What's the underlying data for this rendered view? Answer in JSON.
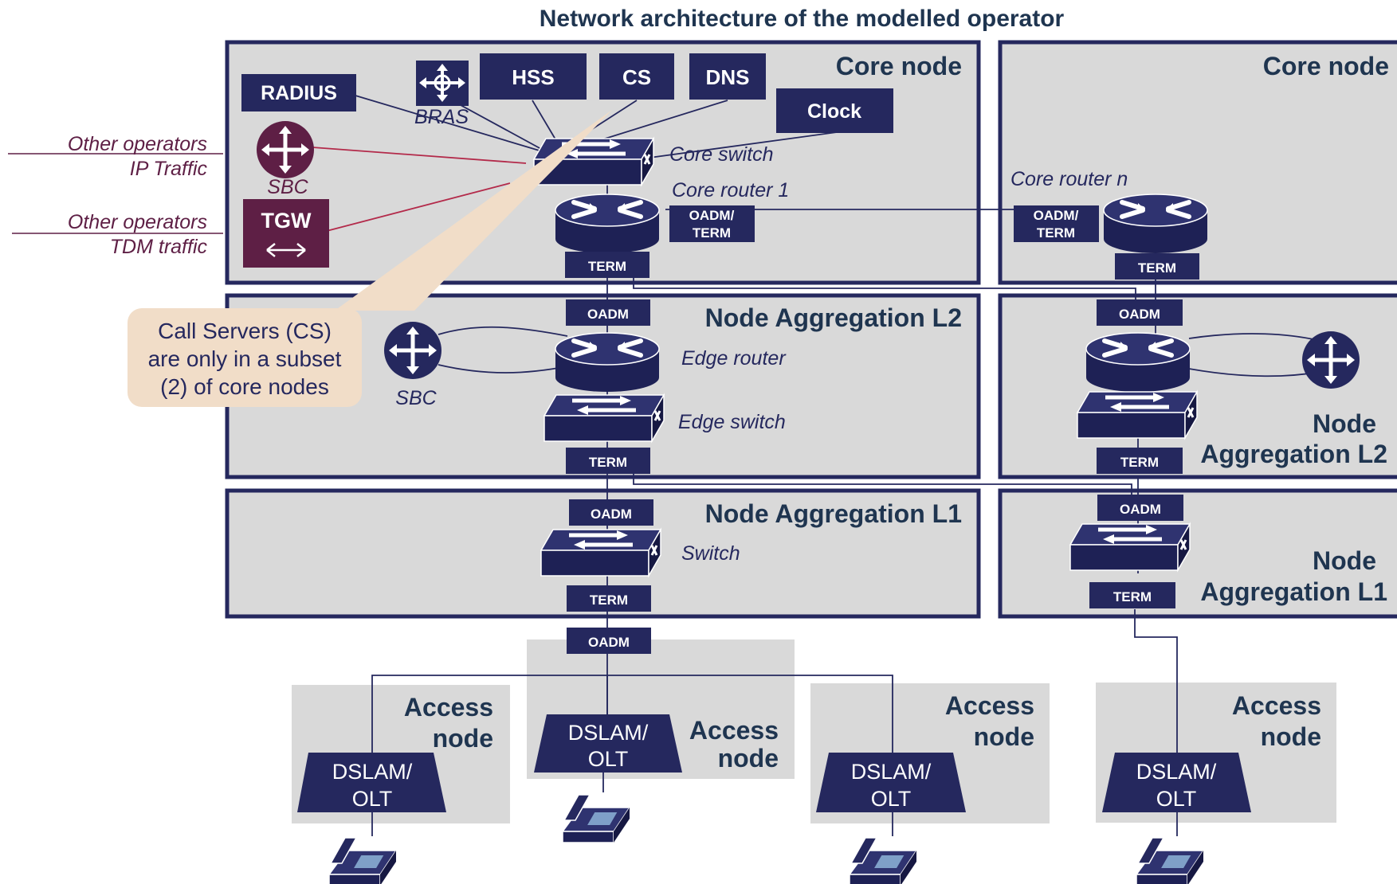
{
  "title": "Network architecture of the modelled operator",
  "regions": {
    "core_left": "Core node",
    "core_right": "Core node",
    "agg_l2_left": "Node Aggregation L2",
    "agg_l2_right_1": "Node",
    "agg_l2_right_2": "Aggregation L2",
    "agg_l1_left": "Node Aggregation L1",
    "agg_l1_right_1": "Node",
    "agg_l1_right_2": "Aggregation L1"
  },
  "access": {
    "line1": "Access",
    "line2": "node",
    "dslam1": "DSLAM/",
    "dslam2": "OLT"
  },
  "core_boxes": {
    "radius": "RADIUS",
    "hss": "HSS",
    "cs": "CS",
    "dns": "DNS",
    "clock": "Clock",
    "tgw": "TGW"
  },
  "labels": {
    "bras": "BRAS",
    "sbc": "SBC",
    "core_switch": "Core switch",
    "core_router_1": "Core router 1",
    "core_router_n": "Core router n",
    "edge_router": "Edge router",
    "edge_switch": "Edge switch",
    "switch": "Switch",
    "other_ip_1": "Other operators",
    "other_ip_2": "IP Traffic",
    "other_tdm_1": "Other operators",
    "other_tdm_2": "TDM traffic"
  },
  "terms": {
    "term": "TERM",
    "oadm": "OADM",
    "oadm_term_1": "OADM/",
    "oadm_term_2": "TERM"
  },
  "callout": {
    "line1": "Call Servers (CS)",
    "line2": "are only in a subset",
    "line3": "(2) of core nodes"
  },
  "colors": {
    "navy": "#25285e",
    "panel": "#d9d9d9",
    "plum": "#5e1f45",
    "callout": "#f1ddc8",
    "title": "#1f3550"
  }
}
